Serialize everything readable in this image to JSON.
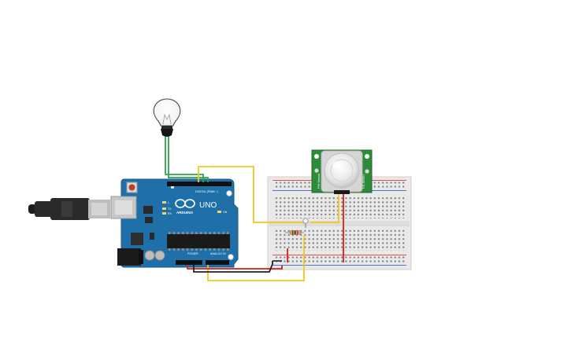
{
  "arduino": {
    "brand": "ARDUINO",
    "model": "UNO",
    "digital_header_label": "DIGITAL (PWM ~)",
    "power_header_label": "POWER",
    "analog_header_label": "ANALOG IN",
    "board_color": "#1f6fa8",
    "led_labels": [
      "L",
      "TX",
      "RX",
      "ON"
    ]
  },
  "pir_sensor": {
    "board_color": "#2e8b3a",
    "left_label": "PIR Sensor",
    "right_label": "HC-SR501"
  },
  "wire_colors": {
    "yellow": "#f2c81a",
    "green": "#2fa44a",
    "red": "#d81e1e",
    "black": "#222222"
  },
  "icons": [
    "light-bulb-icon",
    "usb-cable-icon",
    "resistor-icon",
    "led-icon"
  ]
}
